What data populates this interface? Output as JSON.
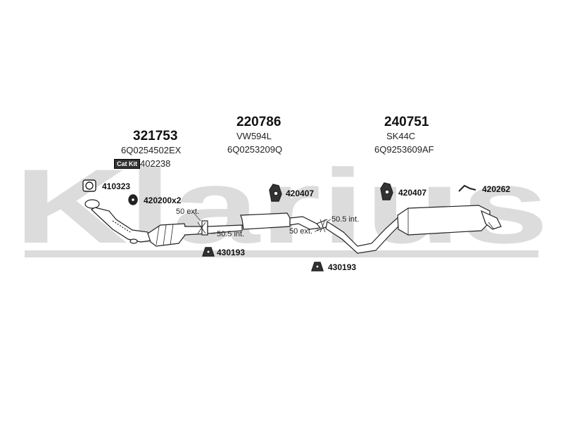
{
  "watermark": {
    "text": "Klarius",
    "color": "#d9d9d9"
  },
  "groups": {
    "left": {
      "part_number": "321753",
      "oem": "6Q0254502EX",
      "cat_kit_label": "Cat Kit",
      "cat_kit_value": "402238"
    },
    "center": {
      "part_number": "220786",
      "model": "VW594L",
      "oem": "6Q0253209Q"
    },
    "right": {
      "part_number": "240751",
      "model": "SK44C",
      "oem": "6Q9253609AF"
    }
  },
  "parts": {
    "p410323": "410323",
    "p420200": "420200x2",
    "p430193_a": "430193",
    "p420407_a": "420407",
    "p420407_b": "420407",
    "p420262": "420262",
    "p430193_b": "430193"
  },
  "dimensions": {
    "d1": "50 ext.",
    "d2": "50.5 int.",
    "d3": "50.5 int.",
    "d4": "50 ext."
  }
}
